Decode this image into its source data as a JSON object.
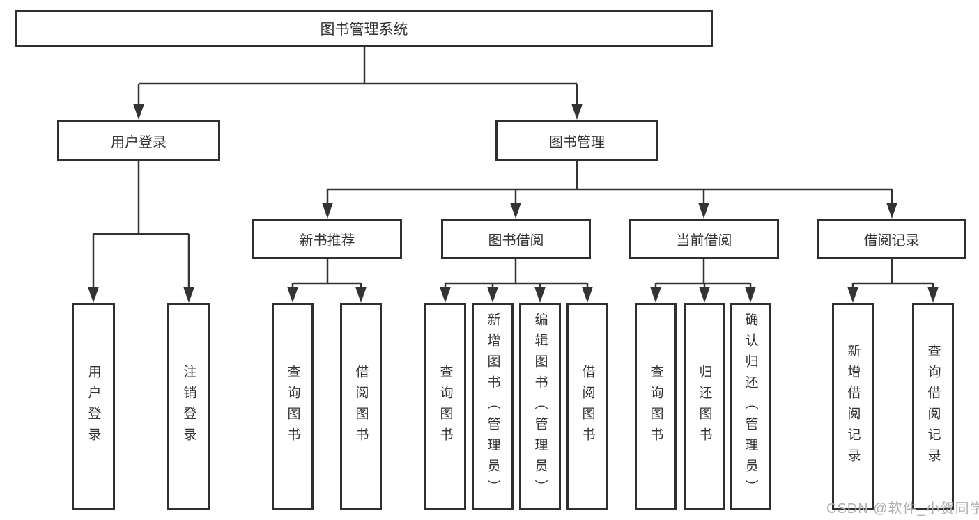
{
  "diagram": {
    "type": "hierarchy-tree",
    "root": {
      "label": "图书管理系统",
      "children": [
        {
          "label": "用户登录",
          "children": [
            {
              "label": "用户登录"
            },
            {
              "label": "注销登录"
            }
          ]
        },
        {
          "label": "图书管理",
          "children": [
            {
              "label": "新书推荐",
              "children": [
                {
                  "label": "查询图书"
                },
                {
                  "label": "借阅图书"
                }
              ]
            },
            {
              "label": "图书借阅",
              "children": [
                {
                  "label": "查询图书"
                },
                {
                  "label": "新增图书（管理员）"
                },
                {
                  "label": "编辑图书（管理员）"
                },
                {
                  "label": "借阅图书"
                }
              ]
            },
            {
              "label": "当前借阅",
              "children": [
                {
                  "label": "查询图书"
                },
                {
                  "label": "归还图书"
                },
                {
                  "label": "确认归还（管理员）"
                }
              ]
            },
            {
              "label": "借阅记录",
              "children": [
                {
                  "label": "新增借阅记录"
                },
                {
                  "label": "查询借阅记录"
                }
              ]
            }
          ]
        }
      ]
    },
    "watermark": "CSDN @软件_小贺同学",
    "colors": {
      "line": "#333333",
      "box_border": "#2f2f2f",
      "text": "#333333",
      "watermark": "#b0b0b0",
      "background": "#ffffff"
    }
  }
}
